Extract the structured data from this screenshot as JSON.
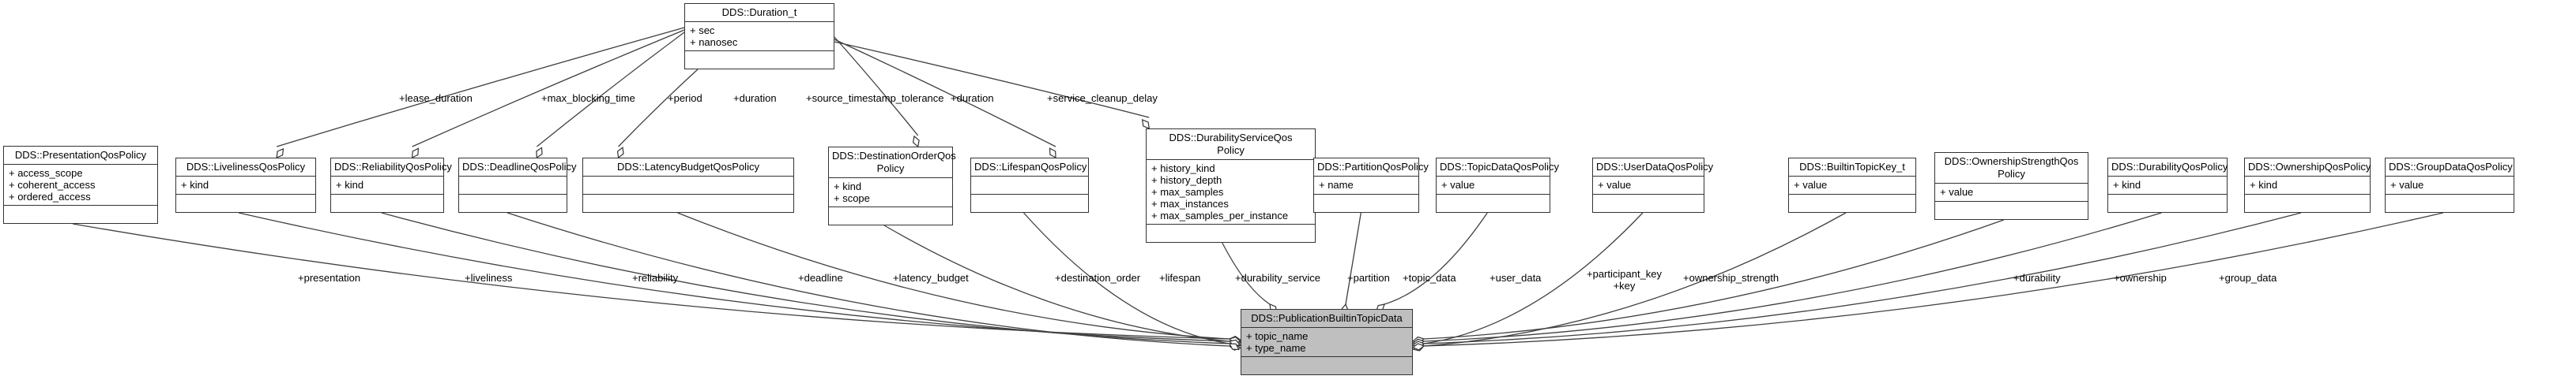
{
  "diagram": {
    "type": "uml-collaboration",
    "main_class": {
      "id": "pub",
      "name": "DDS::PublicationBuiltinTopicData",
      "attributes": [
        "+ topic_name",
        "+ type_name"
      ],
      "fill": "#bfbfbf"
    },
    "duration_class": {
      "id": "dur",
      "name": "DDS::Duration_t",
      "attributes": [
        "+ sec",
        "+ nanosec"
      ]
    },
    "classes": [
      {
        "id": "presentation",
        "name": "DDS::PresentationQosPolicy",
        "attributes": [
          "+ access_scope",
          "+ coherent_access",
          "+ ordered_access"
        ]
      },
      {
        "id": "liveliness",
        "name": "DDS::LivelinessQosPolicy",
        "attributes": [
          "+ kind"
        ]
      },
      {
        "id": "reliability",
        "name": "DDS::ReliabilityQosPolicy",
        "attributes": [
          "+ kind"
        ]
      },
      {
        "id": "deadline",
        "name": "DDS::DeadlineQosPolicy",
        "attributes": []
      },
      {
        "id": "latency",
        "name": "DDS::LatencyBudgetQosPolicy",
        "attributes": []
      },
      {
        "id": "destorder",
        "name": "DDS::DestinationOrderQos\nPolicy",
        "attributes": [
          "+ kind",
          "+ scope"
        ]
      },
      {
        "id": "lifespan",
        "name": "DDS::LifespanQosPolicy",
        "attributes": []
      },
      {
        "id": "durservice",
        "name": "DDS::DurabilityServiceQos\nPolicy",
        "attributes": [
          "+ history_kind",
          "+ history_depth",
          "+ max_samples",
          "+ max_instances",
          "+ max_samples_per_instance"
        ]
      },
      {
        "id": "partition",
        "name": "DDS::PartitionQosPolicy",
        "attributes": [
          "+ name"
        ]
      },
      {
        "id": "topicdata",
        "name": "DDS::TopicDataQosPolicy",
        "attributes": [
          "+ value"
        ]
      },
      {
        "id": "userdata",
        "name": "DDS::UserDataQosPolicy",
        "attributes": [
          "+ value"
        ]
      },
      {
        "id": "topickey",
        "name": "DDS::BuiltinTopicKey_t",
        "attributes": [
          "+ value"
        ]
      },
      {
        "id": "ownstrength",
        "name": "DDS::OwnershipStrengthQos\nPolicy",
        "attributes": [
          "+ value"
        ]
      },
      {
        "id": "durability",
        "name": "DDS::DurabilityQosPolicy",
        "attributes": [
          "+ kind"
        ]
      },
      {
        "id": "ownership",
        "name": "DDS::OwnershipQosPolicy",
        "attributes": [
          "+ kind"
        ]
      },
      {
        "id": "groupdata",
        "name": "DDS::GroupDataQosPolicy",
        "attributes": [
          "+ value"
        ]
      }
    ],
    "duration_edges": [
      {
        "to": "liveliness",
        "label": "+lease_duration"
      },
      {
        "to": "reliability",
        "label": "+max_blocking_time"
      },
      {
        "to": "deadline",
        "label": "+period"
      },
      {
        "to": "latency",
        "label": "+duration"
      },
      {
        "to": "destorder",
        "label": "+source_timestamp_tolerance"
      },
      {
        "to": "lifespan",
        "label": "+duration"
      },
      {
        "to": "durservice",
        "label": "+service_cleanup_delay"
      }
    ],
    "main_edges": [
      {
        "from": "presentation",
        "label": "+presentation"
      },
      {
        "from": "liveliness",
        "label": "+liveliness"
      },
      {
        "from": "reliability",
        "label": "+reliability"
      },
      {
        "from": "deadline",
        "label": "+deadline"
      },
      {
        "from": "latency",
        "label": "+latency_budget"
      },
      {
        "from": "destorder",
        "label": "+destination_order"
      },
      {
        "from": "lifespan",
        "label": "+lifespan"
      },
      {
        "from": "durservice",
        "label": "+durability_service"
      },
      {
        "from": "partition",
        "label": "+partition"
      },
      {
        "from": "topicdata",
        "label": "+topic_data"
      },
      {
        "from": "userdata",
        "label": "+user_data"
      },
      {
        "from": "topickey",
        "label": "+participant_key\n+key"
      },
      {
        "from": "ownstrength",
        "label": "+ownership_strength"
      },
      {
        "from": "durability",
        "label": "+durability"
      },
      {
        "from": "ownership",
        "label": "+ownership"
      },
      {
        "from": "groupdata",
        "label": "+group_data"
      }
    ]
  }
}
